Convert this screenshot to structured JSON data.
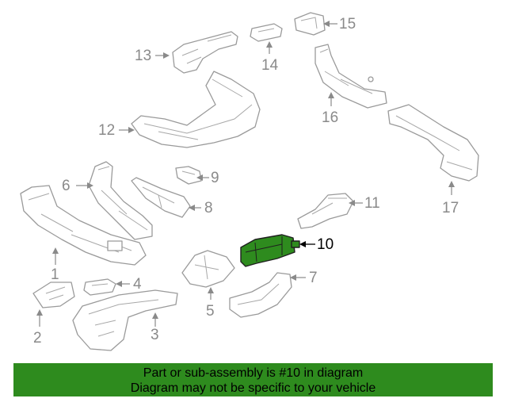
{
  "diagram": {
    "highlighted_part": "10",
    "callouts": [
      "1",
      "2",
      "3",
      "4",
      "5",
      "6",
      "7",
      "8",
      "9",
      "10",
      "11",
      "12",
      "13",
      "14",
      "15",
      "16",
      "17"
    ]
  },
  "colors": {
    "highlight": "#2e8b1e",
    "banner": "#2e8b1e",
    "part_outline": "#9a9a9a",
    "callout_text": "#8a8a8a"
  },
  "banner": {
    "line1": "Part or sub-assembly is #10 in diagram",
    "line2": "Diagram may not be specific to your vehicle"
  }
}
